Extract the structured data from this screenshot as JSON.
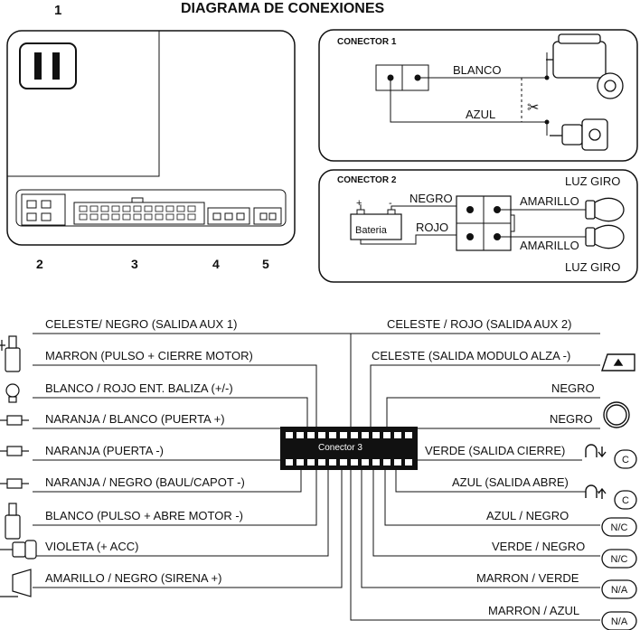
{
  "title": "DIAGRAMA DE CONEXIONES",
  "unit_numbers": [
    "1",
    "2",
    "3",
    "4",
    "5"
  ],
  "connector1": {
    "title": "CONECTOR 1",
    "wire_top": "BLANCO",
    "wire_bottom": "AZUL"
  },
  "connector2": {
    "title": "CONECTOR 2",
    "plus": "+",
    "minus": "-",
    "battery": "Bateria",
    "wire_black": "NEGRO",
    "wire_red": "ROJO",
    "wire_yellow_top": "AMARILLO",
    "wire_yellow_bottom": "AMARILLO",
    "turn_top": "LUZ GIRO",
    "turn_bottom": "LUZ GIRO"
  },
  "connector3": {
    "label": "Conector 3",
    "left_wires": [
      "CELESTE/ NEGRO (SALIDA AUX 1)",
      "MARRON (PULSO + CIERRE MOTOR)",
      "BLANCO / ROJO ENT. BALIZA (+/-)",
      "NARANJA / BLANCO (PUERTA +)",
      "NARANJA (PUERTA -)",
      "NARANJA / NEGRO (BAUL/CAPOT -)",
      "BLANCO (PULSO + ABRE MOTOR -)",
      "VIOLETA (+ ACC)",
      "AMARILLO / NEGRO (SIRENA +)"
    ],
    "right_wires": [
      "CELESTE / ROJO (SALIDA AUX 2)",
      "CELESTE (SALIDA MODULO ALZA -)",
      "NEGRO",
      "NEGRO",
      "VERDE (SALIDA CIERRE)",
      "AZUL (SALIDA ABRE)",
      "AZUL / NEGRO",
      "VERDE / NEGRO",
      "MARRON / VERDE",
      "MARRON / AZUL"
    ],
    "badges": [
      "N/C",
      "N/C",
      "N/A",
      "N/A"
    ],
    "c_badges": [
      "C",
      "C"
    ]
  }
}
